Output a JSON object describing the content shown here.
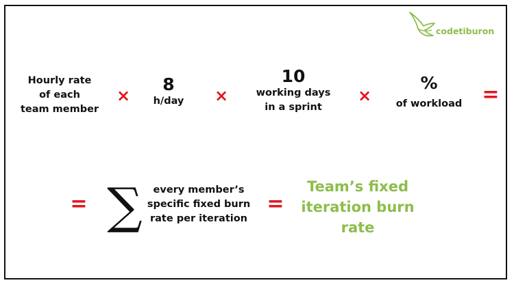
{
  "brand": {
    "name": "codetiburon",
    "color": "#8dbd4b"
  },
  "formula": {
    "term1": {
      "line1": "Hourly rate",
      "line2": "of each",
      "line3": "team member"
    },
    "term2": {
      "value": "8",
      "unit": "h/day"
    },
    "term3": {
      "value": "10",
      "line1": "working days",
      "line2": "in a sprint"
    },
    "term4": {
      "value": "%",
      "label": "of workload"
    },
    "multiply_symbol": "×",
    "equals_symbol": "=",
    "operator_color": "#e3161c"
  },
  "sum": {
    "symbol": "∑",
    "line1": "every member’s",
    "line2": "specific fixed burn",
    "line3": "rate per iteration"
  },
  "result": {
    "line1": "Team’s fixed",
    "line2": "iteration burn",
    "line3": "rate"
  }
}
